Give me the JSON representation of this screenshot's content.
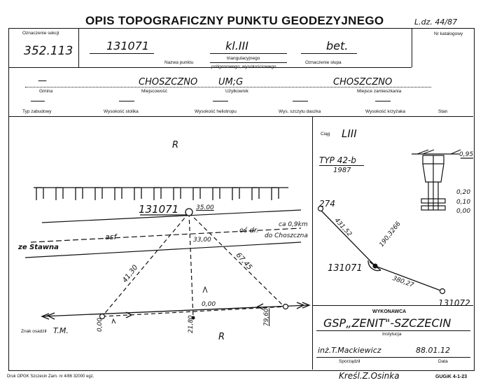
{
  "header": {
    "title": "OPIS TOPOGRAFICZNY PUNKTU GEODEZYJNEGO",
    "ref": "L.dz. 44/87"
  },
  "top": {
    "section_label": "Oznaczenie sekcji",
    "section_value": "352.113",
    "point_no": "131071",
    "class": "kl.III",
    "marker": "bet.",
    "name_label": "Nazwa punktu",
    "type_top": "triangulacyjnego",
    "type_bottom": "poligonowego; wysokościowego",
    "marker_label": "Oznaczenie słupa",
    "catalog_label": "Nr katalogowy"
  },
  "row2": {
    "gmina_value": "—",
    "gmina_label": "Gmina",
    "place_value": "CHOSZCZNO",
    "place_label": "Miejscowość",
    "user_value": "UM;G",
    "user_label": "Użytkownik",
    "residence_value": "CHOSZCZNO",
    "residence_label": "Miejsce zamieszkania"
  },
  "row3": {
    "labels": [
      "Typ zabudowy",
      "Wysokość stolika",
      "Wysokość heliotropu",
      "Wys. szczytu daszka",
      "Wysokość krzyżaka",
      "Stan"
    ]
  },
  "sketch": {
    "R_top": "R",
    "R_bottom": "R",
    "point": "131071",
    "elev": "35.00",
    "asphalt": "asf",
    "road_axis": "oś dr.",
    "ca": "ca 0,9km",
    "to_town": "do Choszczna",
    "from_town": "ze Stawna",
    "d1": "41,30",
    "d2": "67,45",
    "d3": "33,00",
    "d4": "0,00",
    "d5": "0,00",
    "d6": "21,80",
    "d7": "79,60",
    "owner_label": "Znak osadził",
    "owner": "T.M."
  },
  "right": {
    "ciag_label": "Ciąg",
    "ciag_value": "LIII",
    "typ": "TYP 42-b",
    "year": "1987",
    "h1": "0,95",
    "h2": "0,20",
    "h3": "0,10",
    "h4": "0,00",
    "pt_a": "274",
    "pt_b": "131071",
    "pt_c": "131072",
    "dist_a": "431,52",
    "angle": "190,3266",
    "dist_c": "380,27"
  },
  "exec": {
    "title": "WYKONAWCA",
    "org": "GSP„ZENIT\"-SZCZECIN",
    "org_label": "Instytucja",
    "author": "inż.T.Mackiewicz",
    "date": "88.01.12",
    "author_label": "Sporządził",
    "date_label": "Data"
  },
  "footer": {
    "print": "Druk OPGK Szczecin Zam. nr 4/86  32000 egz.",
    "drawn": "Kreśl.Z.Osinka",
    "code": "GUGiK 4-1-23"
  }
}
